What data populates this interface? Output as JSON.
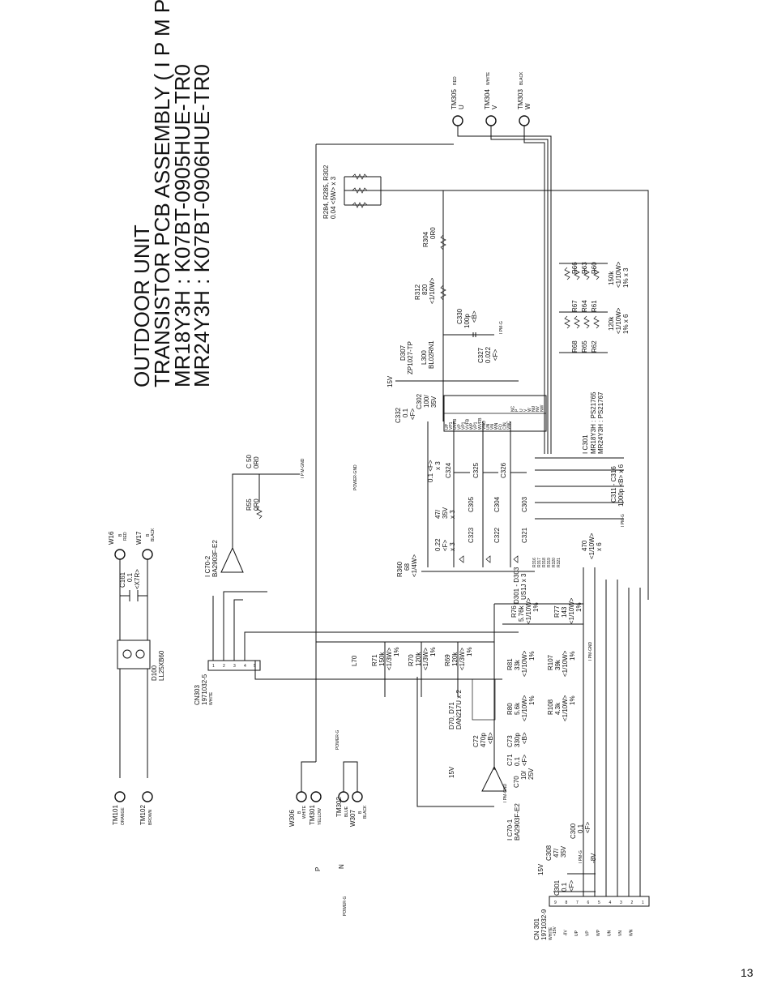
{
  "title_lines": [
    "OUTDOOR UNIT",
    "TRANSISTOR PCB ASSEMBLY ( I P M  PCB  )",
    "MR18Y3H : K07BT-0905HUE-TR0",
    "MR24Y3H : K07BT-0906HUE-TR0"
  ],
  "page_number": "13",
  "terminals": {
    "tm305": {
      "name": "TM305",
      "color": "RED",
      "phase": "U"
    },
    "tm304": {
      "name": "TM304",
      "color": "WHITE",
      "phase": "V"
    },
    "tm303": {
      "name": "TM303",
      "color": "BLACK",
      "phase": "W"
    },
    "w16": {
      "name": "W16",
      "color": "RED",
      "mark": "B"
    },
    "w17": {
      "name": "W17",
      "color": "BLACK",
      "mark": "B"
    },
    "tm101": {
      "name": "TM101",
      "color": "ORANGE"
    },
    "tm102": {
      "name": "TM102",
      "color": "BROWN"
    },
    "w306": {
      "name": "W306",
      "color": "WHITE",
      "mark": "B"
    },
    "tm301": {
      "name": "TM301",
      "color": "YELLOW"
    },
    "tm302": {
      "name": "TM302",
      "color": "BLUE"
    },
    "w307": {
      "name": "W307",
      "color": "BLACK",
      "mark": "B"
    }
  },
  "bus": {
    "p": "P",
    "n": "N",
    "power_g": "POWER-G"
  },
  "labels": {
    "r284": "R284, R285, R302",
    "r284_val": "0.04  <5W> x 3",
    "r304": "R304",
    "r304_val": "0R0",
    "r312": "R312",
    "r312_val": "820",
    "r312_spec": "<1/10W>",
    "c330": "C330",
    "c330_val": "100p",
    "c330_spec": "<B>",
    "ipmg": "I PM-G",
    "d307": "D307",
    "d307_val": "ZP1027-TP",
    "l300": "L300",
    "l300_val": "BL02RN1",
    "c327": "C327",
    "c327_val": "0.022",
    "c327_spec": "<F>",
    "v15": "15V",
    "c332": "C332",
    "c332_val": "0.1",
    "c332_spec": "<F>",
    "c302": "C302",
    "c302_val": "100/",
    "c302_spec": "35V",
    "r68": "R68",
    "r67": "R67",
    "r66": "R66",
    "r65": "R65",
    "r64": "R64",
    "r63": "R63",
    "r62": "R62",
    "r61": "R61",
    "r60": "R60",
    "r60_val": "120k",
    "r60_spec": "<1/10W>",
    "r60_tol": "1% x 6",
    "r66_val": "150k",
    "r66_spec": "<1/10W>",
    "r66_tol": "1% x 3",
    "ic301": "I C301",
    "ic301_18": "MR18Y3H : PS21765",
    "ic301_24": "MR24Y3H : PS21767",
    "c311": "C311 - C316",
    "c311_val": "1000p <B> x 6",
    "ipmg2": "I PM-G",
    "c50": "C 50",
    "c50_val": "0R0",
    "r55": "R55",
    "r55_val": "0R0",
    "ipmgnd": "I P M-GND",
    "powergnd": "POWER-GND",
    "c324": "C324",
    "c325": "C325",
    "c326": "C326",
    "c324_val": "0.1 <F>",
    "c324_qty": "x 3",
    "c305": "C305",
    "c304": "C304",
    "c303": "C303",
    "c305_val": "47/",
    "c305_spec": "35V",
    "c305_qty": "x 3",
    "c323": "C323",
    "c322": "C322",
    "c321": "C321",
    "c323_val": "0.22",
    "c323_spec": "<F>",
    "c323_qty": "x 3",
    "r360": "R360",
    "r360_val": "68",
    "r360_spec": "<1/4W>",
    "d301": "D301 - D303",
    "d301_val": "US1J x 3",
    "r316": "R316",
    "r317": "R317",
    "r318": "R318",
    "r319": "R319",
    "r320": "R320",
    "r321": "R321",
    "r316_val": "470",
    "r316_spec": "<1/10W>",
    "r316_qty": "x 6",
    "ic70_2": "I C70-2",
    "ic70_2_val": "BA2903F-E2",
    "c161": "C161",
    "c161_val": "0.1",
    "c161_spec": "<X7R>",
    "d100": "D100",
    "d100_val": "LL25XB60",
    "cn303": "CN303",
    "cn303_val": "1971032-5",
    "cn303_color": "WHITE",
    "l70": "L70",
    "r71": "R71",
    "r71_val": "150k",
    "r71_spec": "<1/3W>",
    "r71_tol": "1%",
    "r70": "R70",
    "r70_val": "120k",
    "r70_spec": "<1/3W>",
    "r70_tol": "1%",
    "r69": "R69",
    "r69_val": "120k",
    "r69_spec": "<1/3W>",
    "r69_tol": "1%",
    "r76": "R76",
    "r76_val": "5.76k",
    "r76_spec": "<1/10W>",
    "r76_tol": "1%",
    "r77": "R77",
    "r77_val": "143",
    "r77_spec": "<1/10W>",
    "r77_tol": "1%",
    "r81": "R81",
    "r81_val": "33k",
    "r81_spec": "<1/10W>",
    "r81_tol": "1%",
    "r107": "R107",
    "r107_val": "39k",
    "r107_spec": "<1/10W>",
    "r107_tol": "1%",
    "ipmgnd2": "I PM-GND",
    "d70": "D70, D71",
    "d70_val": "DAN217U x 2",
    "r80": "R80",
    "r80_val": "5.6k",
    "r80_spec": "<1/10W>",
    "r80_tol": "1%",
    "r108": "R108",
    "r108_val": "4.3k",
    "r108_spec": "<1/10W>",
    "r108_tol": "1%",
    "c72": "C72",
    "c72_val": "470p",
    "c72_spec": "<B>",
    "c73": "C73",
    "c73_val": "330p",
    "c73_spec": "<B>",
    "c71": "C71",
    "c71_val": "0.1",
    "c71_spec": "<F>",
    "c70": "C70",
    "c70_val": "10/",
    "c70_spec": "25V",
    "ipmgnd3": "I PM-GND",
    "ic70_1": "I C70-1",
    "ic70_1_val": "BA2903F-E2",
    "v15b": "15V",
    "v15c": "15V",
    "c308": "C308",
    "c308_val": "47/",
    "c308_spec": "35V",
    "c300": "C300",
    "c300_val": "0.1",
    "c300_spec": "<F>",
    "c301": "C301",
    "c301_val": "0.1",
    "c301_spec": "<F>",
    "ipmg3": "I PM-G",
    "m8v": "-8V",
    "cn301": "CN 301",
    "cn301_val": "1971032-9",
    "cn301_color": "WHITE",
    "powerg2": "POWER-G"
  },
  "cn301_pins": [
    {
      "num": "9",
      "sig": "+15V"
    },
    {
      "num": "8",
      "sig": "-8V"
    },
    {
      "num": "7",
      "sig": "UP"
    },
    {
      "num": "6",
      "sig": "VP"
    },
    {
      "num": "5",
      "sig": "WP"
    },
    {
      "num": "4",
      "sig": "UN"
    },
    {
      "num": "3",
      "sig": "VN"
    },
    {
      "num": "2",
      "sig": "WN"
    },
    {
      "num": "1",
      "sig": ""
    }
  ],
  "ic301_pins": [
    "UP",
    "VP1",
    "UVFB",
    "VP",
    "VP1",
    "VVFB",
    "WP",
    "VP1",
    "WVFB",
    "VNO",
    "UN",
    "VN",
    "WN",
    "FO",
    "CIN",
    "VNC",
    "NC",
    "P",
    "U",
    "V",
    "W",
    "NU",
    "NV",
    "NW"
  ]
}
